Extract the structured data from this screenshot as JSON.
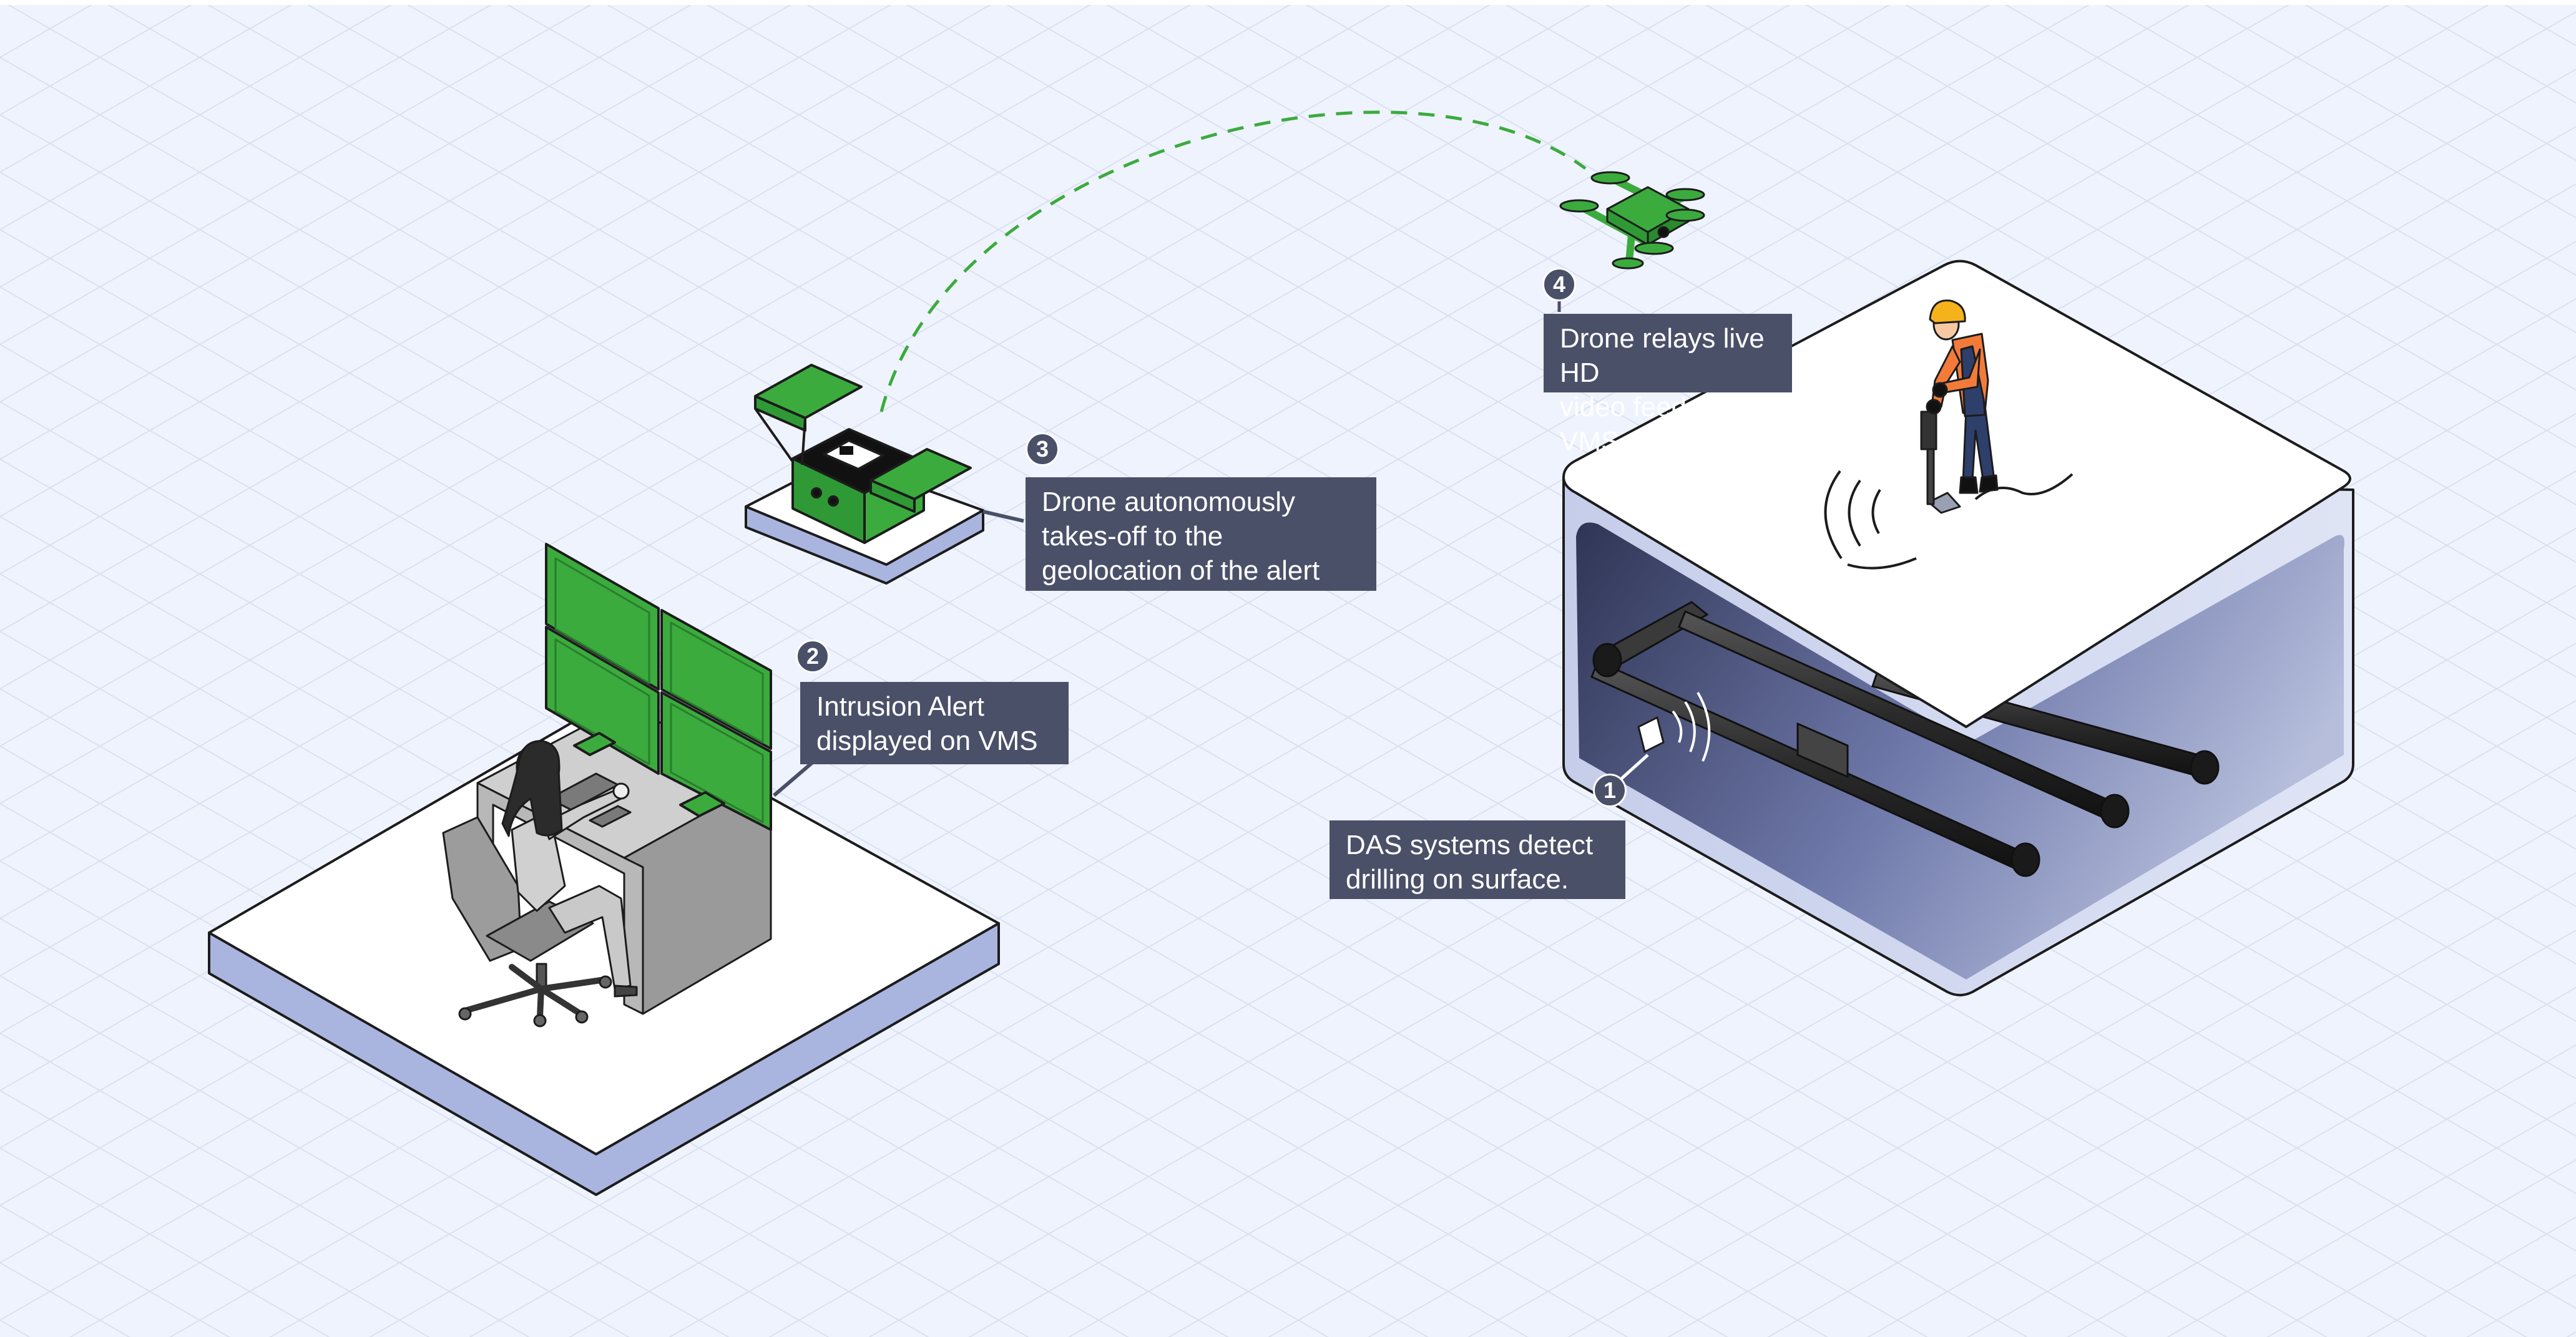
{
  "steps": [
    {
      "number": "1",
      "text": "DAS systems detect\ndrilling on surface."
    },
    {
      "number": "2",
      "text": "Intrusion Alert\ndisplayed on VMS"
    },
    {
      "number": "3",
      "text": "Drone autonomously\ntakes-off to the\ngeolocation of the alert"
    },
    {
      "number": "4",
      "text": "Drone relays live HD\nvideo feed on VMS"
    }
  ],
  "colors": {
    "background": "#eff3fd",
    "grid": "#d6dcec",
    "label_bg": "#4a5068",
    "drone_green": "#3bab3e",
    "flight_path": "#3bab3e",
    "platform_side": "#a9b5df",
    "underground": "#7d86b6",
    "pipe": "#2d2d2d",
    "worker_shirt": "#f37b3a",
    "worker_helmet": "#f6b21b",
    "worker_pants": "#2f3f6b"
  },
  "icons": [
    "control-room-operator-icon",
    "video-wall-monitors-icon",
    "drone-dock-icon",
    "drone-icon",
    "worker-drilling-icon",
    "buried-pipeline-icon",
    "das-sensor-icon",
    "vibration-waves-icon"
  ]
}
